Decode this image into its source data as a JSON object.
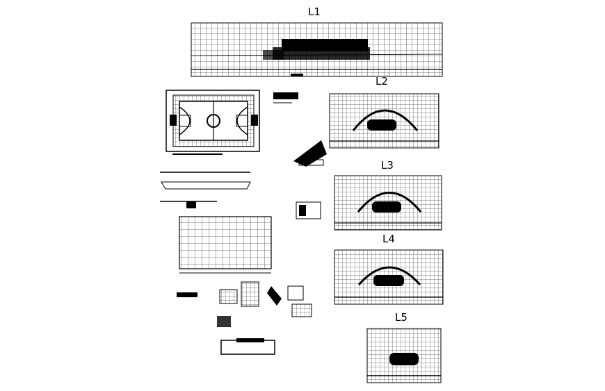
{
  "sections": [
    {
      "id": "l1",
      "label": "L1"
    },
    {
      "id": "l2",
      "label": "L2"
    },
    {
      "id": "l3",
      "label": "L3"
    },
    {
      "id": "l4",
      "label": "L4"
    },
    {
      "id": "l5",
      "label": "L5"
    }
  ],
  "colors": {
    "ink": "#000000",
    "paper": "#ffffff"
  }
}
